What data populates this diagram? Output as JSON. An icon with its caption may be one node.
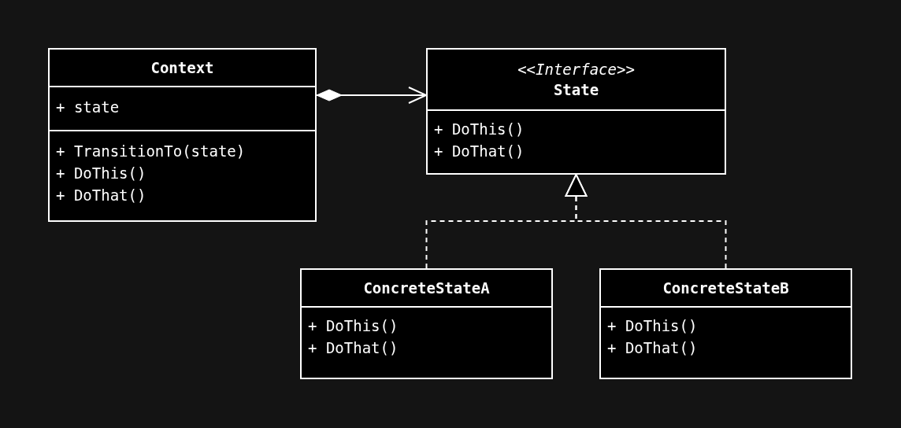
{
  "diagram": {
    "nodes": [
      {
        "text": [
          "Context"
        ]
      },
      {
        "text": [
          "+ state"
        ],
        "in": 0
      },
      {
        "text": [
          "+ TransitionTo(state)",
          "+ DoThis()",
          "+ DoThat()"
        ],
        "in": 0
      },
      {
        "text": [
          "<<Interface>>",
          "State"
        ]
      },
      {
        "text": [
          "+ DoThis()",
          "+ DoThat()"
        ],
        "in": 3
      },
      {
        "text": [
          "ConcreteStateA"
        ]
      },
      {
        "text": [
          "+ DoThis()",
          "+ DoThat()"
        ],
        "in": 5
      },
      {
        "text": [
          "ConcreteStateB"
        ]
      },
      {
        "text": [
          "+ DoThis()",
          "+ DoThat()"
        ],
        "in": 7
      }
    ],
    "edges": [
      {
        "from": 0,
        "to": 3,
        "arrow": "to"
      },
      {
        "from": 5,
        "to": 3,
        "arrow": "to",
        "style": "dashed"
      },
      {
        "from": 7,
        "to": 3,
        "arrow": "to",
        "style": "dashed"
      }
    ]
  }
}
